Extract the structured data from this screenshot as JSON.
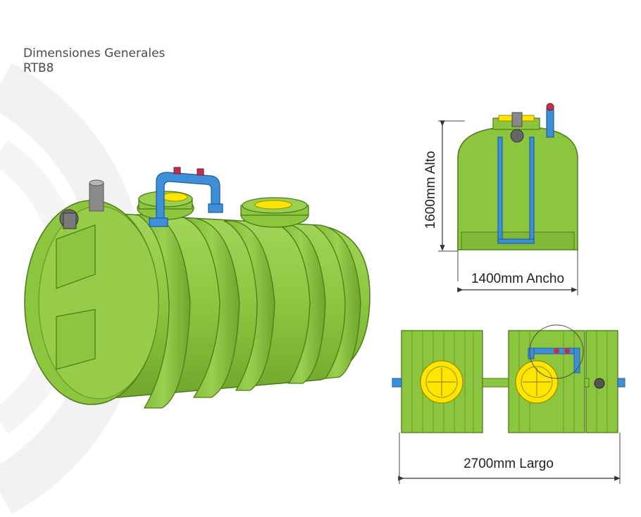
{
  "header": {
    "title": "Dimensiones Generales",
    "model": "RTB8"
  },
  "dimensions": {
    "height": "1600mm Alto",
    "width": "1400mm Ancho",
    "length": "2700mm Largo"
  },
  "colors": {
    "tank_green": "#8cc63f",
    "tank_dark": "#5e8f1f",
    "pipe_blue": "#3f8fd8",
    "lid_yellow": "#ffe600",
    "valve_red": "#c0304a"
  },
  "icons": [
    "tank-3d-view",
    "tank-front-view",
    "tank-top-view",
    "detail-circle"
  ]
}
